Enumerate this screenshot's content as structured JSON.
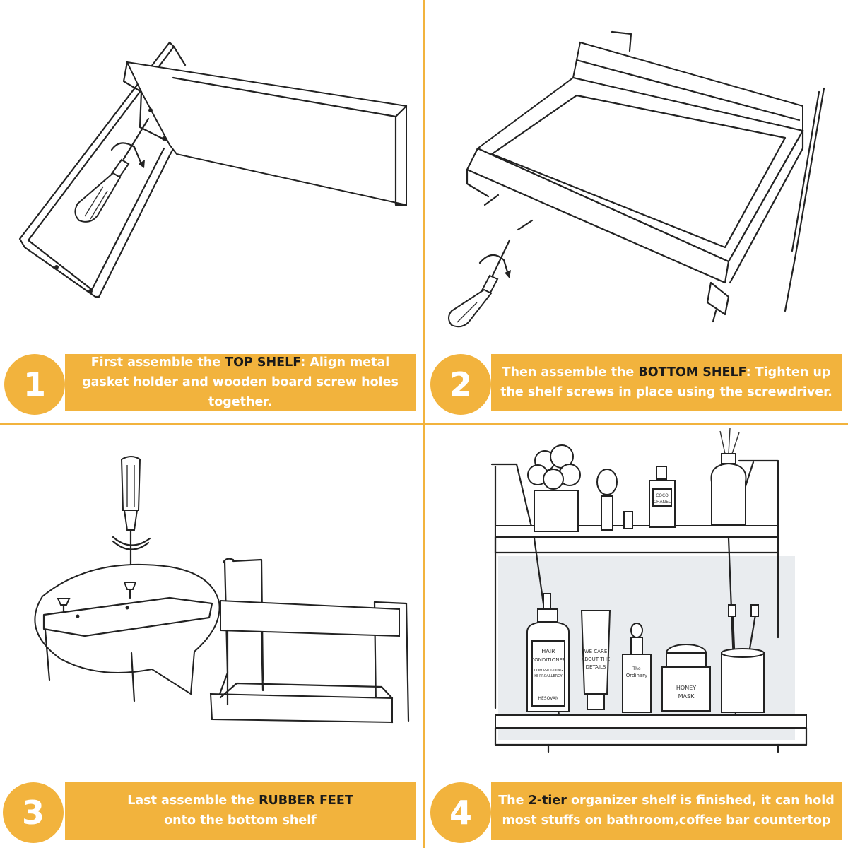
{
  "colors": {
    "accent": "#f2b33d",
    "highlight_text": "#1a1a1a",
    "caption_text": "#ffffff"
  },
  "steps": [
    {
      "number": "1",
      "pre": "First assemble the ",
      "highlight": "TOP SHELF",
      "post": ": Align metal gasket holder and wooden board screw holes together."
    },
    {
      "number": "2",
      "pre": "Then assemble the ",
      "highlight": "BOTTOM SHELF",
      "post": ": Tighten up the shelf screws in place using the screwdriver."
    },
    {
      "number": "3",
      "pre": "Last assemble the ",
      "highlight": "RUBBER FEET",
      "post": " onto the bottom shelf"
    },
    {
      "number": "4",
      "pre": "The ",
      "highlight": "2-tier",
      "post": " organizer shelf is finished, it can hold most stuffs on bathroom,coffee bar countertop"
    }
  ],
  "product_labels": {
    "conditioner": [
      "HAIR",
      "CONDITIONER",
      "COM PROGOING",
      "HI PROALLERGY",
      "HESOVAN"
    ],
    "cream": [
      "WE CARE",
      "ABOUT THE",
      "DETAILS"
    ],
    "serum": [
      "The",
      "Ordinary"
    ],
    "jar": [
      "HONEY",
      "MASK"
    ],
    "perfume": [
      "COCO",
      "CHANEL"
    ]
  }
}
